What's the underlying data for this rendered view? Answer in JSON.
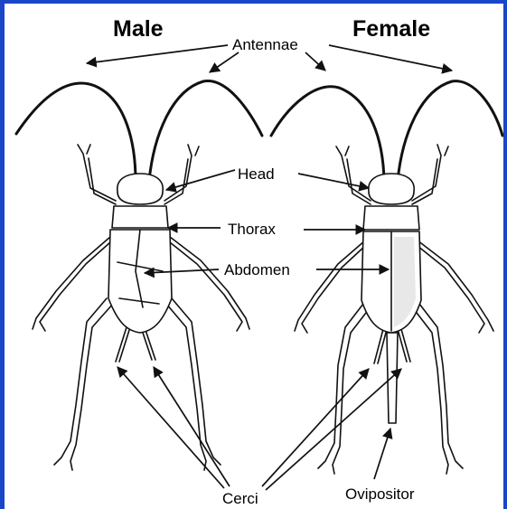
{
  "headings": {
    "male": "Male",
    "female": "Female"
  },
  "labels": {
    "antennae": "Antennae",
    "head": "Head",
    "thorax": "Thorax",
    "abdomen": "Abdomen",
    "cerci": "Cerci",
    "ovipositor": "Ovipositor"
  },
  "colors": {
    "frame_border": "#1a46c8",
    "line": "#111111",
    "female_abdomen_shade": "#e8e8e8"
  }
}
